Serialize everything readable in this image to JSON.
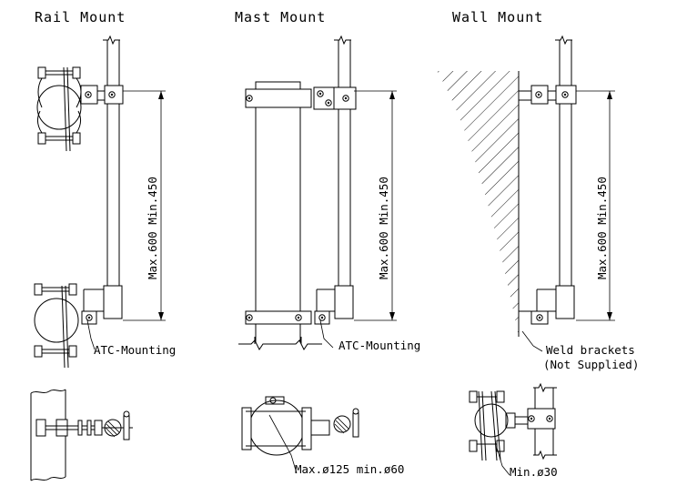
{
  "titles": {
    "rail": "Rail Mount",
    "mast": "Mast Mount",
    "wall": "Wall Mount"
  },
  "dimensions": {
    "rail": "Max.600 Min.450",
    "mast": "Max.600 Min.450",
    "wall": "Max.600 Min.450"
  },
  "labels": {
    "rail_mounting": "ATC-Mounting",
    "mast_mounting": "ATC-Mounting",
    "weld_line1": "Weld brackets",
    "weld_line2": "(Not Supplied)",
    "clamp_range": "Max.ø125 min.ø60",
    "min_diameter": "Min.ø30"
  },
  "colors": {
    "ink": "#000000",
    "paper": "#ffffff"
  }
}
